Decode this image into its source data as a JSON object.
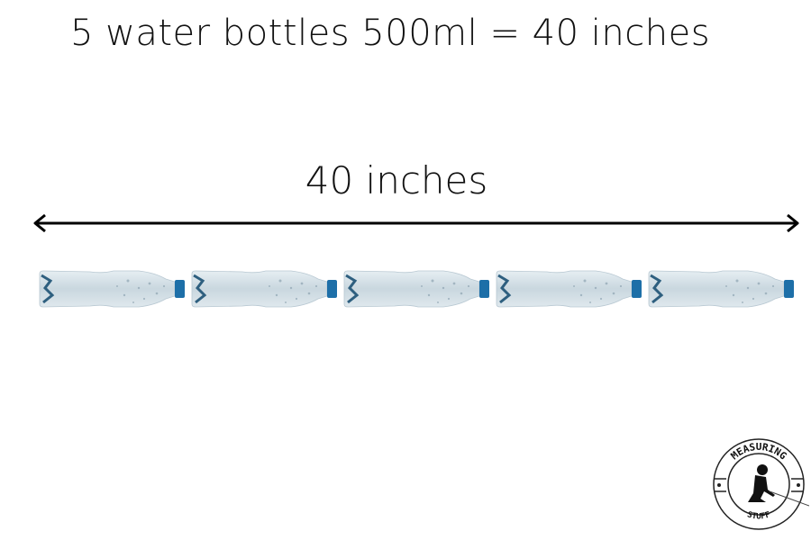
{
  "title": "5 water bottles 500ml = 40 inches",
  "measurement": {
    "label": "40 inches"
  },
  "bottles": {
    "count": 5,
    "cap_color": "#1d6fa8"
  },
  "logo": {
    "top_text": "MEASURING",
    "bottom_text": "STUFF"
  }
}
